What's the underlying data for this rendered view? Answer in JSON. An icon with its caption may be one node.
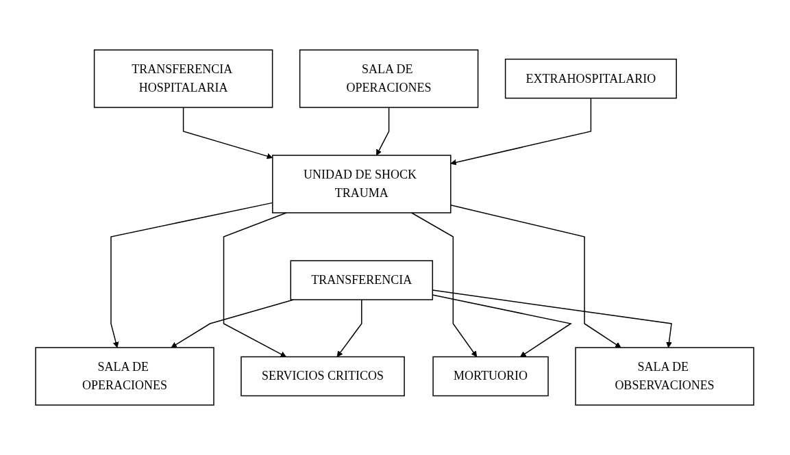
{
  "diagram": {
    "nodes": [
      {
        "text": [
          "TRANSFERENCIA HOSPITALARIA"
        ]
      },
      {
        "text": [
          "SALA DE OPERACIONES"
        ]
      },
      {
        "text": [
          "EXTRAHOSPITALARIO"
        ]
      },
      {
        "text": [
          "UNIDAD DE SHOCK TRAUMA"
        ]
      },
      {
        "text": [
          "TRANSFERENCIA"
        ]
      },
      {
        "text": [
          "SALA DE OPERACIONES"
        ]
      },
      {
        "text": [
          "SERVICIOS CRITICOS"
        ]
      },
      {
        "text": [
          "MORTUORIO"
        ]
      },
      {
        "text": [
          "SALA DE OBSERVACIONES"
        ]
      }
    ],
    "edges": [
      {
        "from": 0,
        "to": 3,
        "arrow": "to"
      },
      {
        "from": 1,
        "to": 3,
        "arrow": "to"
      },
      {
        "from": 2,
        "to": 3,
        "arrow": "to"
      },
      {
        "from": 3,
        "to": 5,
        "arrow": "to"
      },
      {
        "from": 3,
        "to": 6,
        "arrow": "to"
      },
      {
        "from": 3,
        "to": 7,
        "arrow": "to"
      },
      {
        "from": 3,
        "to": 8,
        "arrow": "to"
      },
      {
        "from": 4,
        "to": 5,
        "arrow": "to"
      },
      {
        "from": 4,
        "to": 6,
        "arrow": "to"
      },
      {
        "from": 4,
        "to": 7,
        "arrow": "to"
      },
      {
        "from": 4,
        "to": 8,
        "arrow": "to"
      }
    ]
  }
}
